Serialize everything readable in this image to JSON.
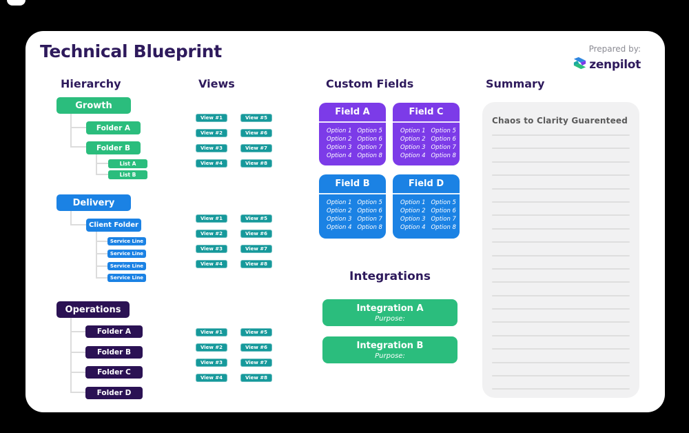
{
  "title": "Technical Blueprint",
  "prepared_by": {
    "label": "Prepared by:",
    "brand": "zenpilot"
  },
  "hierarchy": {
    "heading": "Hierarchy",
    "trees": [
      {
        "root": "Growth",
        "nodes": [
          "Folder A",
          "Folder B",
          "List A",
          "List B"
        ]
      },
      {
        "root": "Delivery",
        "nodes": [
          "Client Folder",
          "Service Line",
          "Service Line",
          "Service Line",
          "Service Line"
        ]
      },
      {
        "root": "Operations",
        "nodes": [
          "Folder A",
          "Folder B",
          "Folder C",
          "Folder D"
        ]
      }
    ]
  },
  "views": {
    "heading": "Views",
    "labels": [
      "View #1",
      "View #2",
      "View #3",
      "View #4",
      "View #5",
      "View #6",
      "View #7",
      "View #8"
    ]
  },
  "custom_fields": {
    "heading": "Custom Fields",
    "fields": [
      {
        "name": "Field A",
        "color": "#7C3BE8",
        "options": [
          "Option 1",
          "Option 2",
          "Option 3",
          "Option 4",
          "Option 5",
          "Option 6",
          "Option 7",
          "Option 8"
        ]
      },
      {
        "name": "Field C",
        "color": "#7C3BE8",
        "options": [
          "Option 1",
          "Option 2",
          "Option 3",
          "Option 4",
          "Option 5",
          "Option 6",
          "Option 7",
          "Option 8"
        ]
      },
      {
        "name": "Field B",
        "color": "#1B82E4",
        "options": [
          "Option 1",
          "Option 2",
          "Option 3",
          "Option 4",
          "Option 5",
          "Option 6",
          "Option 7",
          "Option 8"
        ]
      },
      {
        "name": "Field D",
        "color": "#1B82E4",
        "options": [
          "Option 1",
          "Option 2",
          "Option 3",
          "Option 4",
          "Option 5",
          "Option 6",
          "Option 7",
          "Option 8"
        ]
      }
    ]
  },
  "integrations": {
    "heading": "Integrations",
    "items": [
      {
        "name": "Integration A",
        "purpose": "Purpose:"
      },
      {
        "name": "Integration B",
        "purpose": "Purpose:"
      }
    ]
  },
  "summary": {
    "heading": "Summary",
    "note": "Chaos to Clarity Guarenteed",
    "ruled_lines": 20
  },
  "colors": {
    "background": "#000000",
    "card": "#FFFFFF",
    "green": "#2BBD7D",
    "teal": "#16999B",
    "blue": "#1B82E4",
    "purple": "#7C3BE8",
    "dark_purple": "#2B1254",
    "heading_text": "#2E1A5C",
    "connector": "#DCDCDC",
    "summary_background": "#F1F1F2",
    "summary_line": "#DEDEDE",
    "muted_text": "#8B8B93"
  }
}
